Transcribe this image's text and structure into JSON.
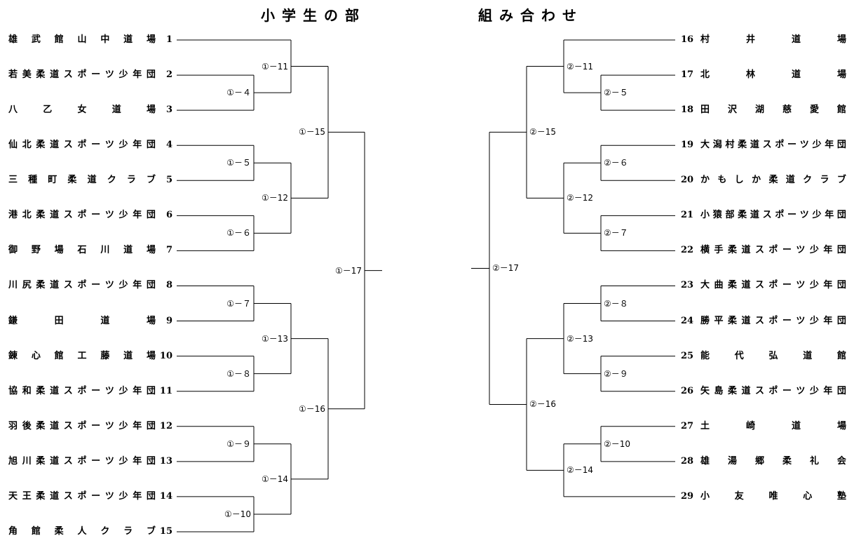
{
  "title_left": "小学生の部",
  "title_right": "組み合わせ",
  "left_teams": [
    {
      "num": "1",
      "name": "雄武館山中道場"
    },
    {
      "num": "2",
      "name": "若美柔道スポーツ少年団"
    },
    {
      "num": "3",
      "name": "八乙女道場"
    },
    {
      "num": "4",
      "name": "仙北柔道スポーツ少年団"
    },
    {
      "num": "5",
      "name": "三種町柔道クラブ"
    },
    {
      "num": "6",
      "name": "港北柔道スポーツ少年団"
    },
    {
      "num": "7",
      "name": "御野場石川道場"
    },
    {
      "num": "8",
      "name": "川尻柔道スポーツ少年団"
    },
    {
      "num": "9",
      "name": "鎌田道場"
    },
    {
      "num": "10",
      "name": "錬心館工藤道場"
    },
    {
      "num": "11",
      "name": "協和柔道スポーツ少年団"
    },
    {
      "num": "12",
      "name": "羽後柔道スポーツ少年団"
    },
    {
      "num": "13",
      "name": "旭川柔道スポーツ少年団"
    },
    {
      "num": "14",
      "name": "天王柔道スポーツ少年団"
    },
    {
      "num": "15",
      "name": "角館柔人クラブ"
    }
  ],
  "right_teams": [
    {
      "num": "16",
      "name": "村井道場"
    },
    {
      "num": "17",
      "name": "北林道場"
    },
    {
      "num": "18",
      "name": "田沢湖慈愛館"
    },
    {
      "num": "19",
      "name": "大潟村柔道スポーツ少年団"
    },
    {
      "num": "20",
      "name": "かもしか柔道クラブ"
    },
    {
      "num": "21",
      "name": "小猿部柔道スポーツ少年団"
    },
    {
      "num": "22",
      "name": "横手柔道スポーツ少年団"
    },
    {
      "num": "23",
      "name": "大曲柔道スポーツ少年団"
    },
    {
      "num": "24",
      "name": "勝平柔道スポーツ少年団"
    },
    {
      "num": "25",
      "name": "能代弘道館"
    },
    {
      "num": "26",
      "name": "矢島柔道スポーツ少年団"
    },
    {
      "num": "27",
      "name": "土崎道場"
    },
    {
      "num": "28",
      "name": "雄湯郷柔礼会"
    },
    {
      "num": "29",
      "name": "小友唯心塾"
    }
  ],
  "left_matches": {
    "m4": "①－４",
    "m5": "①－５",
    "m6": "①－６",
    "m7": "①－７",
    "m8": "①－８",
    "m9": "①－９",
    "m10": "①－10",
    "m11": "①－11",
    "m12": "①－12",
    "m13": "①－13",
    "m14": "①－14",
    "m15": "①－15",
    "m16": "①－16",
    "m17": "①－17"
  },
  "right_matches": {
    "m5": "②－５",
    "m6": "②－６",
    "m7": "②－７",
    "m8": "②－８",
    "m9": "②－９",
    "m10": "②－10",
    "m11": "②－11",
    "m12": "②－12",
    "m13": "②－13",
    "m14": "②－14",
    "m15": "②－15",
    "m16": "②－16",
    "m17": "②－17"
  }
}
